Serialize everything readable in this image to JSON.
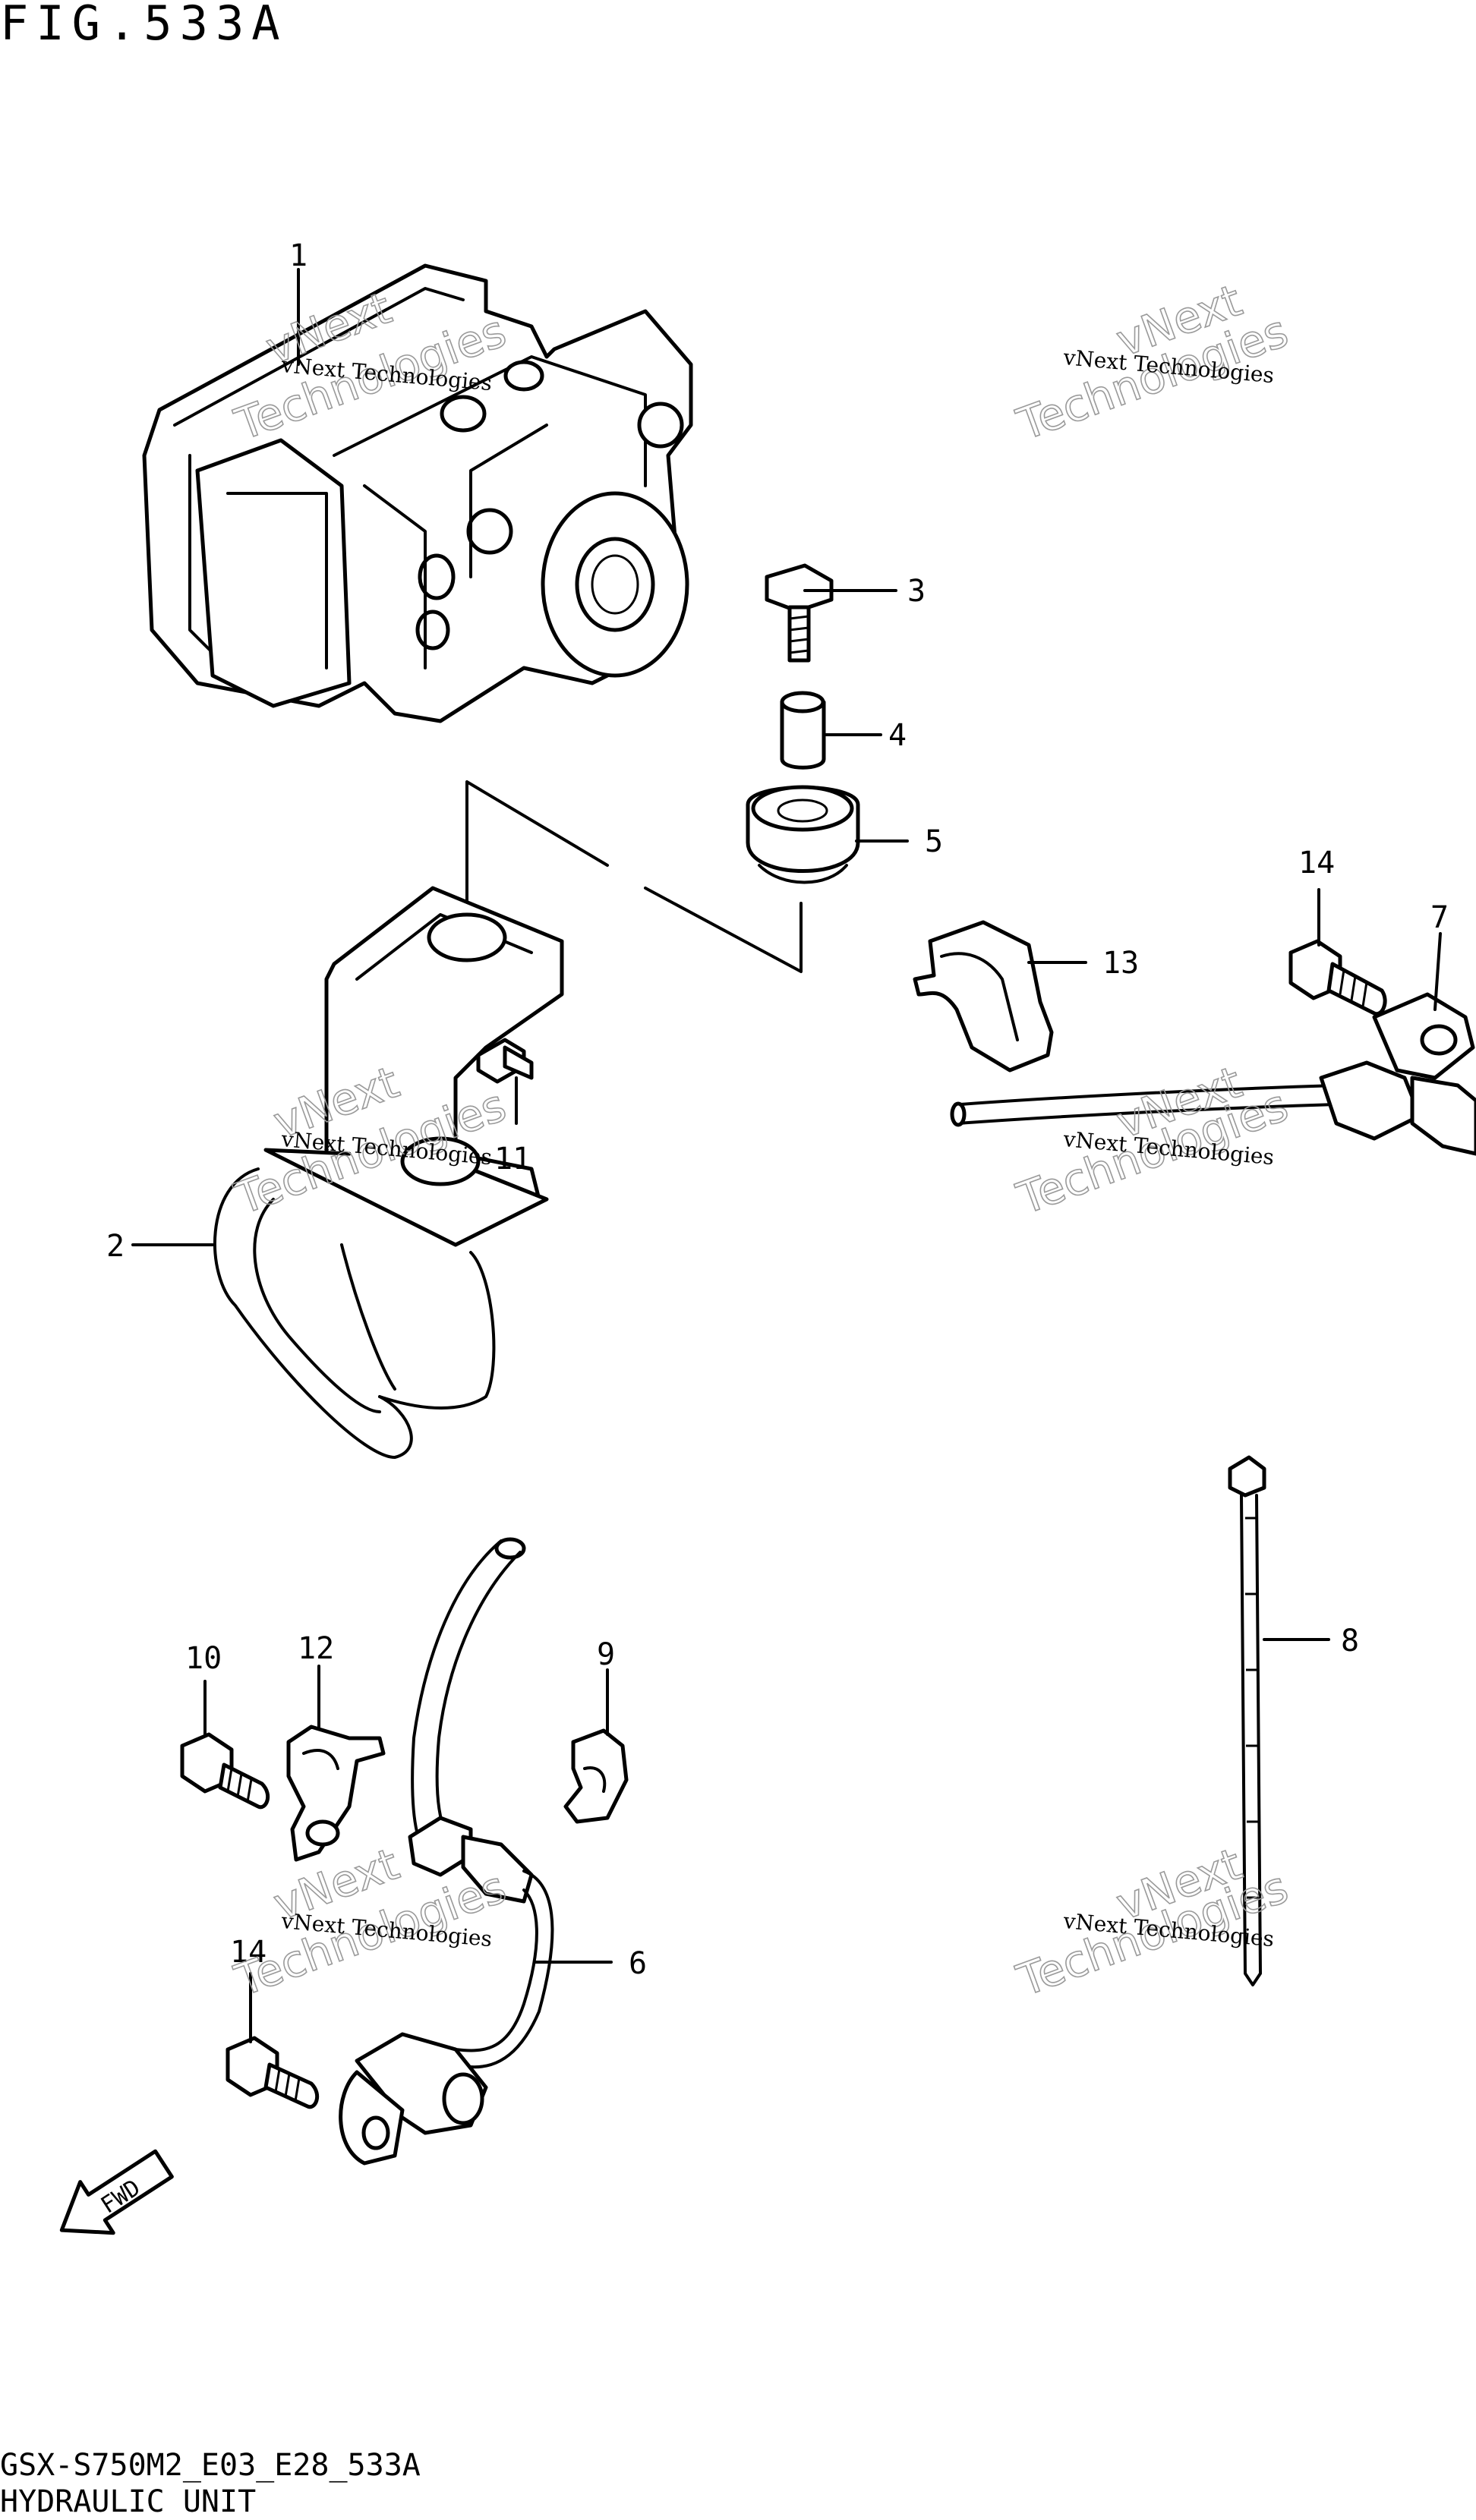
{
  "figure": {
    "title": "FIG.533A",
    "code": "GSX-S750M2_E03_E28_533A",
    "name": "HYDRAULIC UNIT"
  },
  "watermark": {
    "line1": "vNext Technologies",
    "line2": "vNext",
    "line3": "Technologies"
  },
  "callouts": [
    "1",
    "2",
    "3",
    "4",
    "5",
    "6",
    "7",
    "8",
    "9",
    "10",
    "11",
    "12",
    "13",
    "14",
    "14"
  ],
  "fwd_label": "FWD"
}
